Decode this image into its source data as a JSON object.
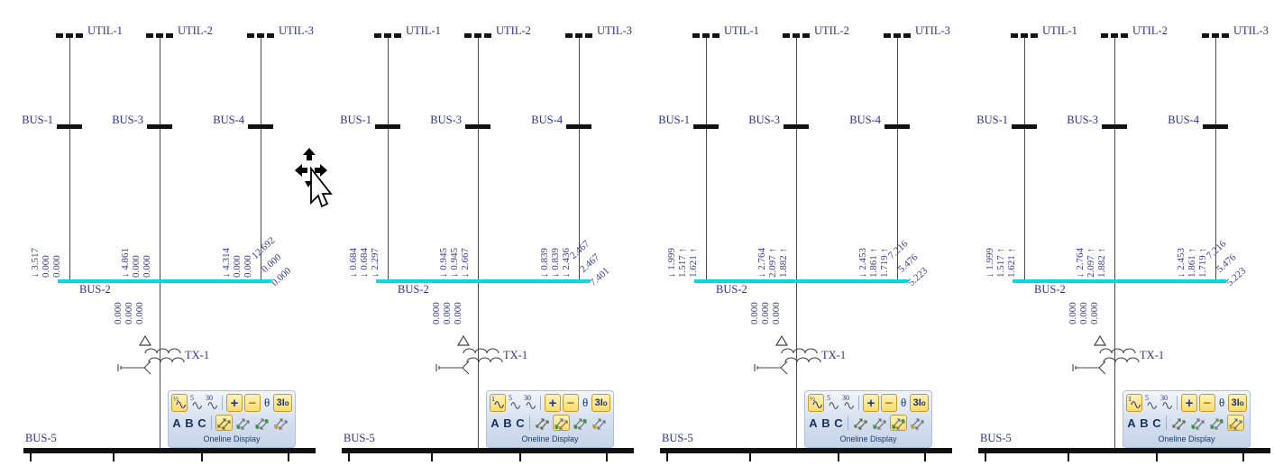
{
  "colors": {
    "bus2": "#00dcdc",
    "label_text": "#31318c",
    "active_button": "#f8dc6d"
  },
  "shared": {
    "feeders": [
      {
        "util": "UTIL-1",
        "bus": "BUS-1"
      },
      {
        "util": "UTIL-2",
        "bus": "BUS-3"
      },
      {
        "util": "UTIL-3",
        "bus": "BUS-4"
      }
    ],
    "bus2_label": "BUS-2",
    "tx_label": "TX-1",
    "bus5_label": "BUS-5"
  },
  "toolbar": {
    "cyc2": "5",
    "cyc3": "30",
    "plus": "+",
    "minus": "−",
    "theta": "θ",
    "three_io": "3I",
    "three_io_sub": "o",
    "phase_a": "A",
    "phase_b": "B",
    "phase_c": "C",
    "caption": "Oneline Display"
  },
  "panels": [
    {
      "cycle": "½",
      "active_arrow": 0,
      "feeder_values": [
        [
          "↓ 3.517",
          "0.000",
          "0.000"
        ],
        [
          "↓ 4.861",
          "0.000",
          "0.000"
        ],
        [
          "↓ 4.314",
          "0.000",
          "0.000"
        ]
      ],
      "below_bus_values": [
        "0.000",
        "0.000",
        "0.000"
      ],
      "diag_values": [
        "12.692",
        "0.000",
        "0.000"
      ]
    },
    {
      "cycle": "1",
      "active_arrow": 1,
      "feeder_values": [
        [
          "↓ 0.684",
          "↓ 0.684",
          "↓ 2.297"
        ],
        [
          "↓ 0.945",
          "↓ 0.945",
          "↓ 2.667"
        ],
        [
          "↓ 0.839",
          "↓ 0.839",
          "↓ 2.436"
        ]
      ],
      "below_bus_values": [
        "0.000",
        "0.000",
        "0.000"
      ],
      "diag_values": [
        "2.467",
        "2.467",
        "7.401"
      ]
    },
    {
      "cycle": "½",
      "active_arrow": 2,
      "feeder_values": [
        [
          "↓ 1.999",
          "1.517 ↑",
          "1.621 ↑"
        ],
        [
          "↓ 2.764",
          "2.097 ↑",
          "1.882 ↑"
        ],
        [
          "↓ 2.453",
          "1.861 ↑",
          "1.719 ↑"
        ]
      ],
      "below_bus_values": [
        "0.000",
        "0.000",
        "0.000"
      ],
      "diag_values": [
        "7.216",
        "5.476",
        "5.223"
      ]
    },
    {
      "cycle": "1",
      "active_arrow": 3,
      "feeder_values": [
        [
          "↓ 1.999",
          "1.517 ↑",
          "1.621 ↑"
        ],
        [
          "↓ 2.764",
          "2.097 ↑",
          "1.882 ↑"
        ],
        [
          "↓ 2.453",
          "1.861 ↑",
          "1.719 ↑"
        ]
      ],
      "below_bus_values": [
        "0.000",
        "0.000",
        "0.000"
      ],
      "diag_values": [
        "7.216",
        "5.476",
        "5.223"
      ]
    }
  ]
}
